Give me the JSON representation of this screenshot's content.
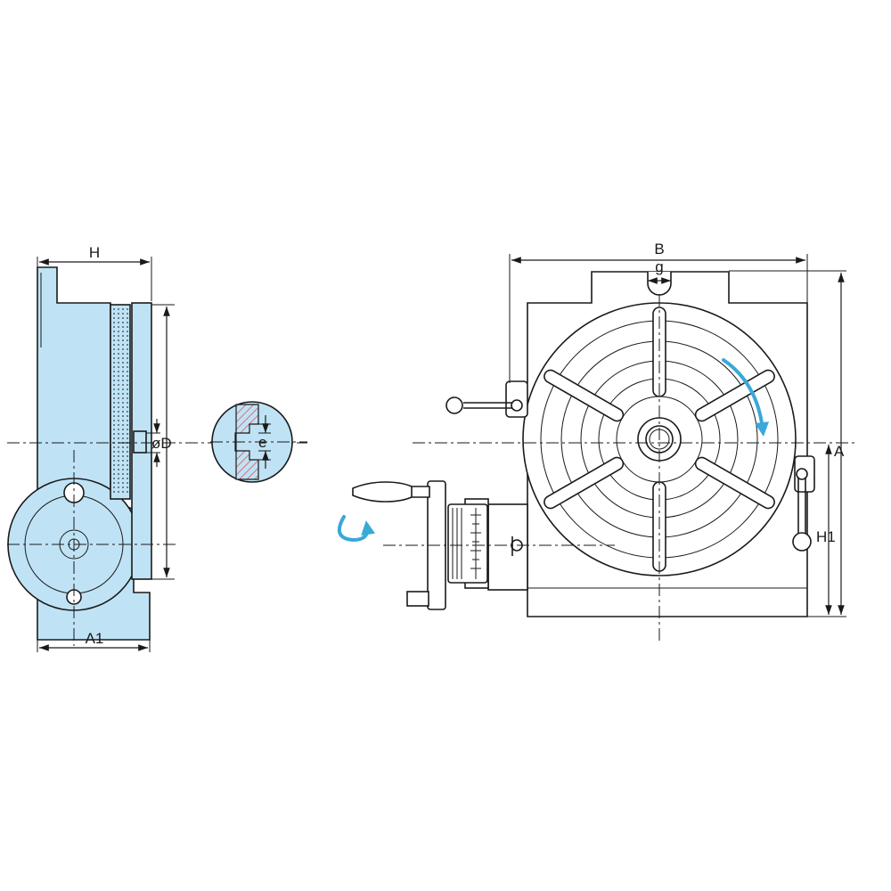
{
  "labels": {
    "H": "H",
    "A1": "A1",
    "oD": "øD",
    "e": "e",
    "B": "B",
    "g": "g",
    "A": "A",
    "H1": "H1"
  },
  "colors": {
    "body": "#bfe3f5",
    "rotation_arrow": "#3aa8d8",
    "outline": "#1a1a1a"
  }
}
